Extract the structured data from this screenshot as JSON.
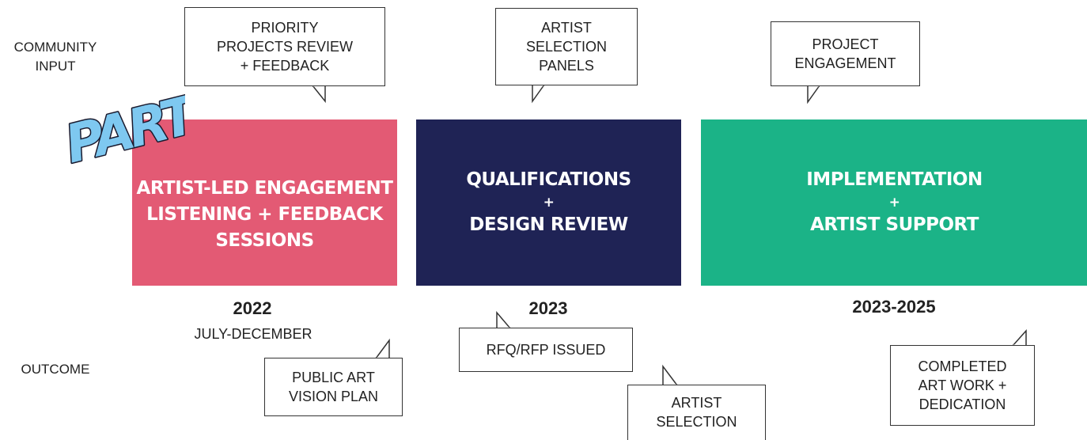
{
  "rows": {
    "community_input": [
      "COMMUNITY",
      "INPUT"
    ],
    "outcome": "OUTCOME"
  },
  "logo_text": "PARTY",
  "phases": [
    {
      "lines": [
        "ARTIST-LED ENGAGEMENT",
        "LISTENING + FEEDBACK",
        "SESSIONS"
      ],
      "color": "#e35a74",
      "year": "2022",
      "subyear": "JULY-DECEMBER"
    },
    {
      "lines": [
        "QUALIFICATIONS",
        "+",
        "DESIGN REVIEW"
      ],
      "color": "#1f2355",
      "year": "2023"
    },
    {
      "lines": [
        "IMPLEMENTATION",
        "+",
        "ARTIST SUPPORT"
      ],
      "color": "#1bb387",
      "year": "2023-2025"
    }
  ],
  "input_bubbles": [
    [
      "PRIORITY",
      "PROJECTS REVIEW",
      "+ FEEDBACK"
    ],
    [
      "ARTIST",
      "SELECTION",
      "PANELS"
    ],
    [
      "PROJECT",
      "ENGAGEMENT"
    ]
  ],
  "outcome_bubbles": [
    [
      "PUBLIC ART",
      "VISION PLAN"
    ],
    [
      "RFQ/RFP ISSUED"
    ],
    [
      "ARTIST",
      "SELECTION"
    ],
    [
      "COMPLETED",
      "ART WORK +",
      "DEDICATION"
    ]
  ],
  "colors": {
    "logo_fill": "#7ec8f0",
    "logo_outline": "#1a1a2e"
  }
}
